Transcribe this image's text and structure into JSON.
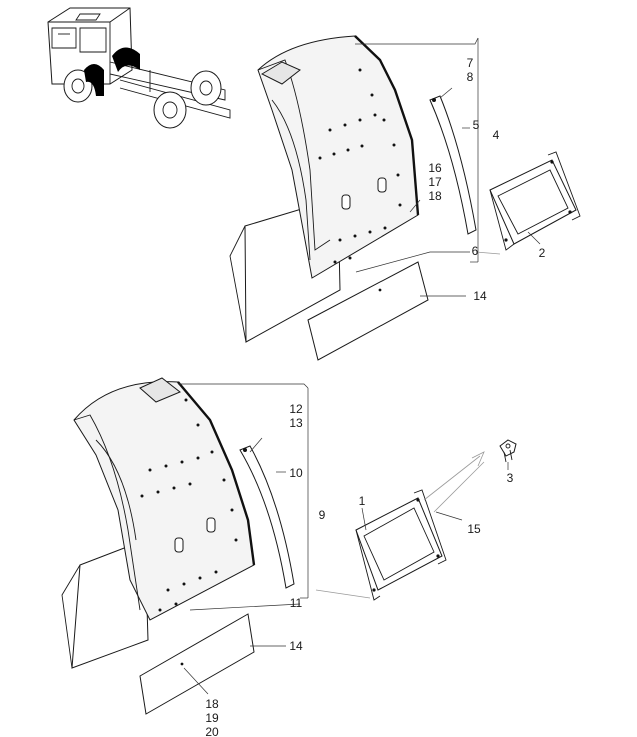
{
  "labels": {
    "p1": "1",
    "p2": "2",
    "p3": "3",
    "p4": "4",
    "p5": "5",
    "p6": "6",
    "p7": "7",
    "p8": "8",
    "p9": "9",
    "p10": "10",
    "p11": "11",
    "p12": "12",
    "p13": "13",
    "p14_top": "14",
    "p14_bottom": "14",
    "p15": "15",
    "p16": "16",
    "p17": "17",
    "p18_top": "18",
    "p18_bottom": "18",
    "p19": "19",
    "p20": "20"
  },
  "colors": {
    "line": "#1a1a1a",
    "surface": "#f4f4f4",
    "highlight": "#000000",
    "background": "#ffffff"
  },
  "icons": {
    "truck": "truck-cab-icon"
  }
}
